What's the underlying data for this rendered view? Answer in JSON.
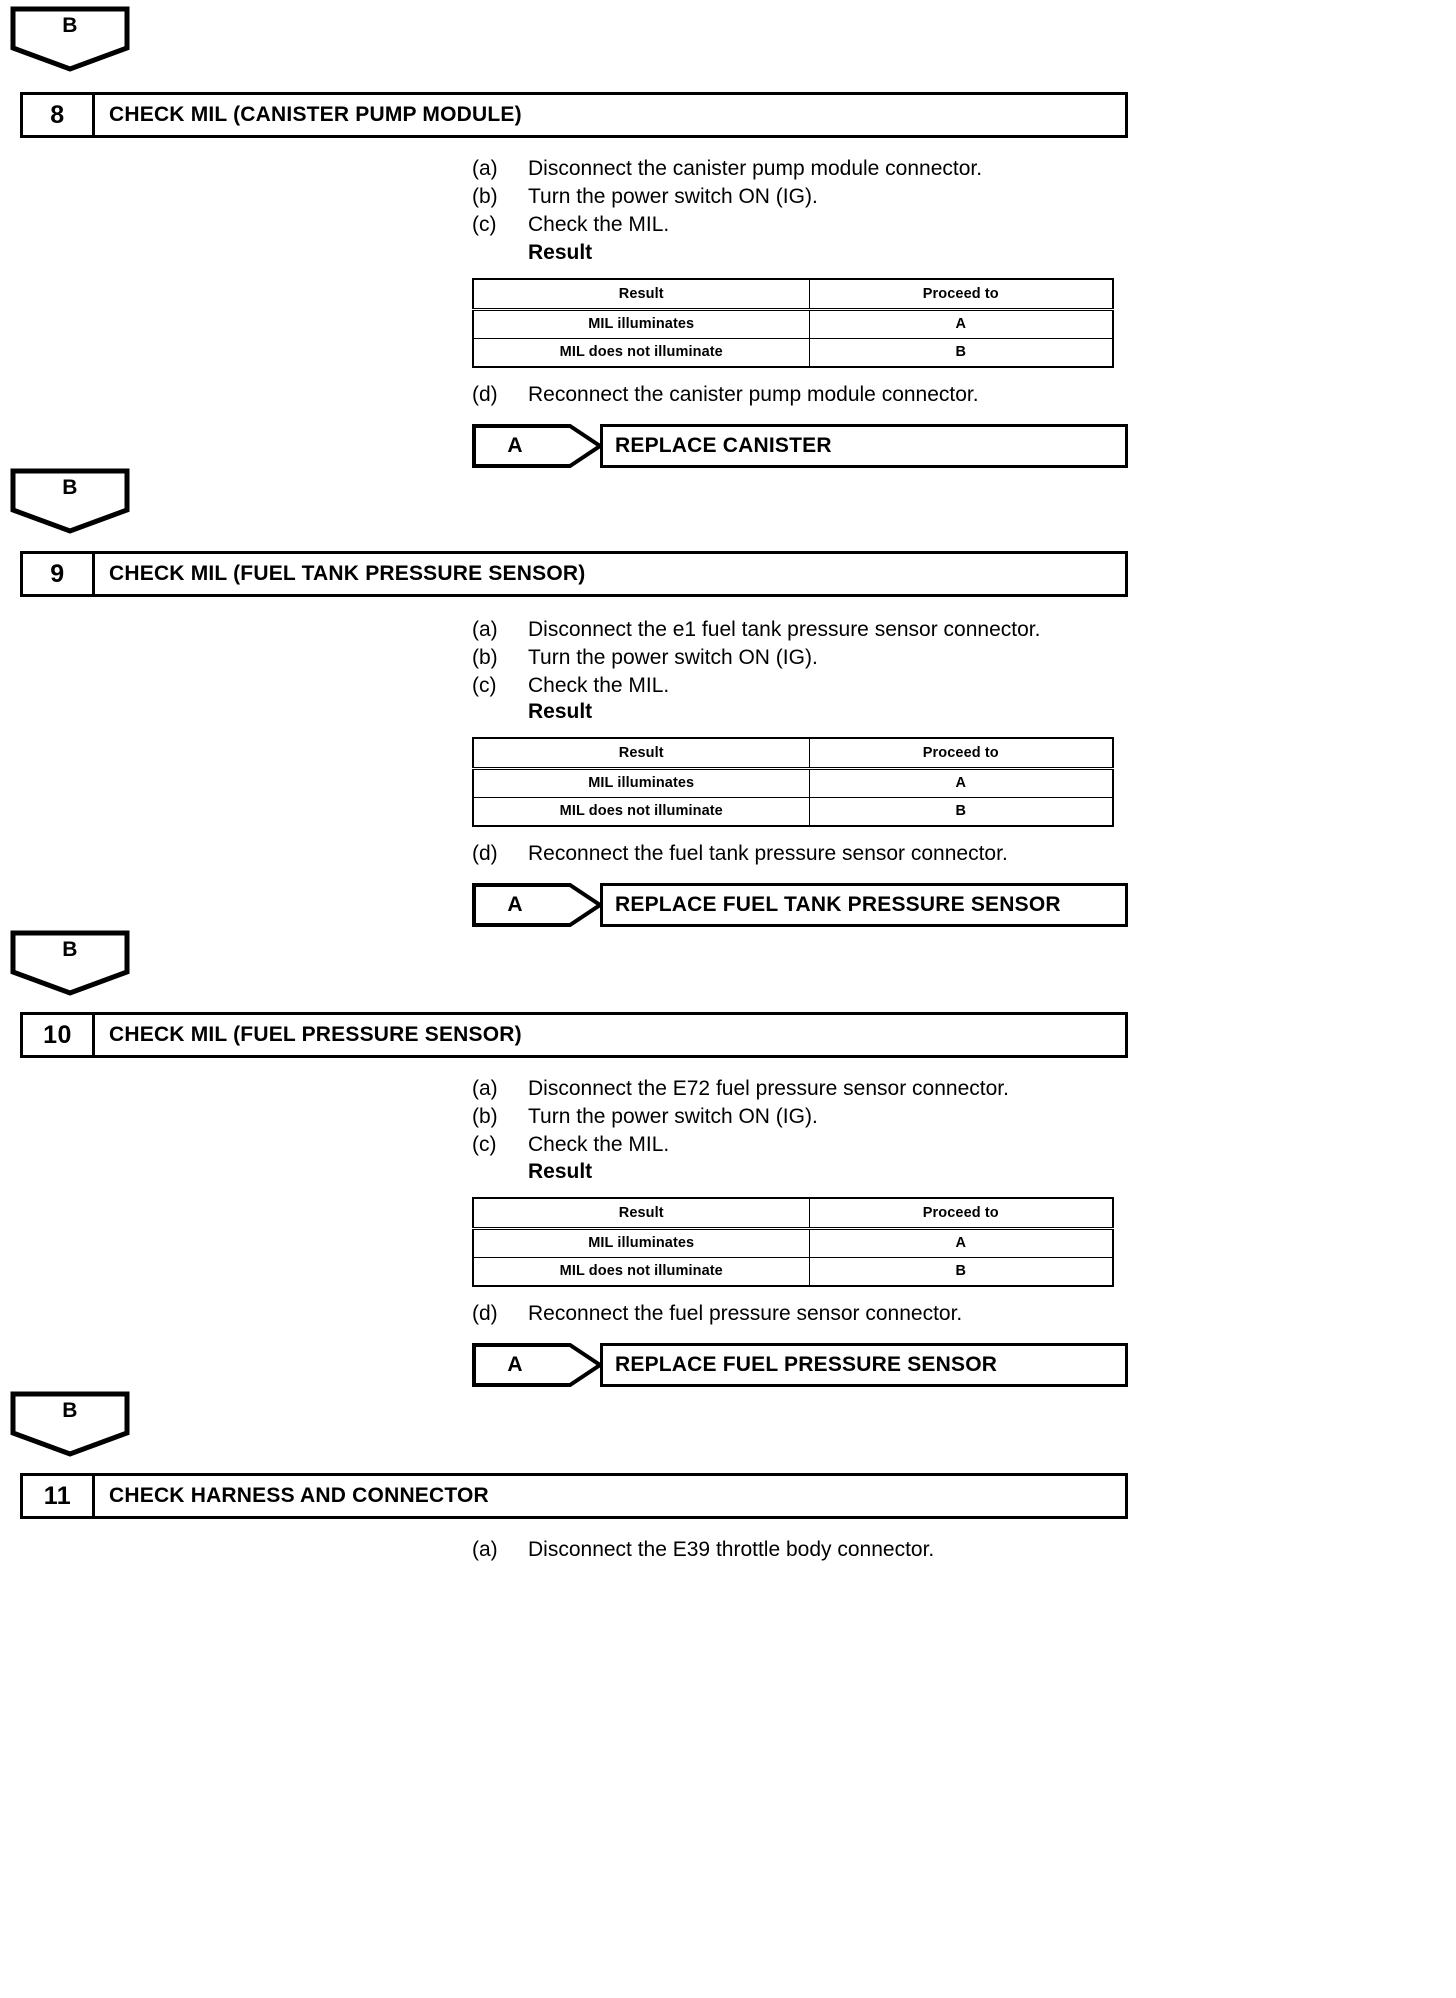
{
  "document": {
    "type": "diagnostic-flowchart",
    "common": {
      "connector_b_label": "B",
      "connector_a_label": "A",
      "result_heading": "Result",
      "table_headers": [
        "Result",
        "Proceed to"
      ],
      "row_mil_illuminates": "MIL illuminates",
      "row_mil_not_illuminate": "MIL does not illuminate",
      "proceed_a": "A",
      "proceed_b": "B",
      "marker_a": "(a)",
      "marker_b": "(b)",
      "marker_c": "(c)",
      "marker_d": "(d)",
      "step_b_text": "Turn the power switch ON (IG).",
      "step_c_text": "Check the MIL."
    },
    "steps": [
      {
        "number": "8",
        "title": "CHECK MIL (CANISTER PUMP MODULE)",
        "step_a_text": "Disconnect the canister pump module connector.",
        "step_d_text": "Reconnect the canister pump module connector.",
        "action": "REPLACE CANISTER"
      },
      {
        "number": "9",
        "title": "CHECK MIL (FUEL TANK PRESSURE SENSOR)",
        "step_a_text": "Disconnect the e1 fuel tank pressure sensor connector.",
        "step_d_text": "Reconnect the fuel tank pressure sensor connector.",
        "action": "REPLACE FUEL TANK PRESSURE SENSOR"
      },
      {
        "number": "10",
        "title": "CHECK MIL (FUEL PRESSURE SENSOR)",
        "step_a_text": "Disconnect the E72 fuel pressure sensor connector.",
        "step_d_text": "Reconnect the fuel pressure sensor connector.",
        "action": "REPLACE FUEL PRESSURE SENSOR"
      },
      {
        "number": "11",
        "title": "CHECK HARNESS AND CONNECTOR",
        "step_a_text": "Disconnect the E39 throttle body connector."
      }
    ]
  },
  "colors": {
    "ink": "#000000",
    "paper": "#ffffff"
  }
}
